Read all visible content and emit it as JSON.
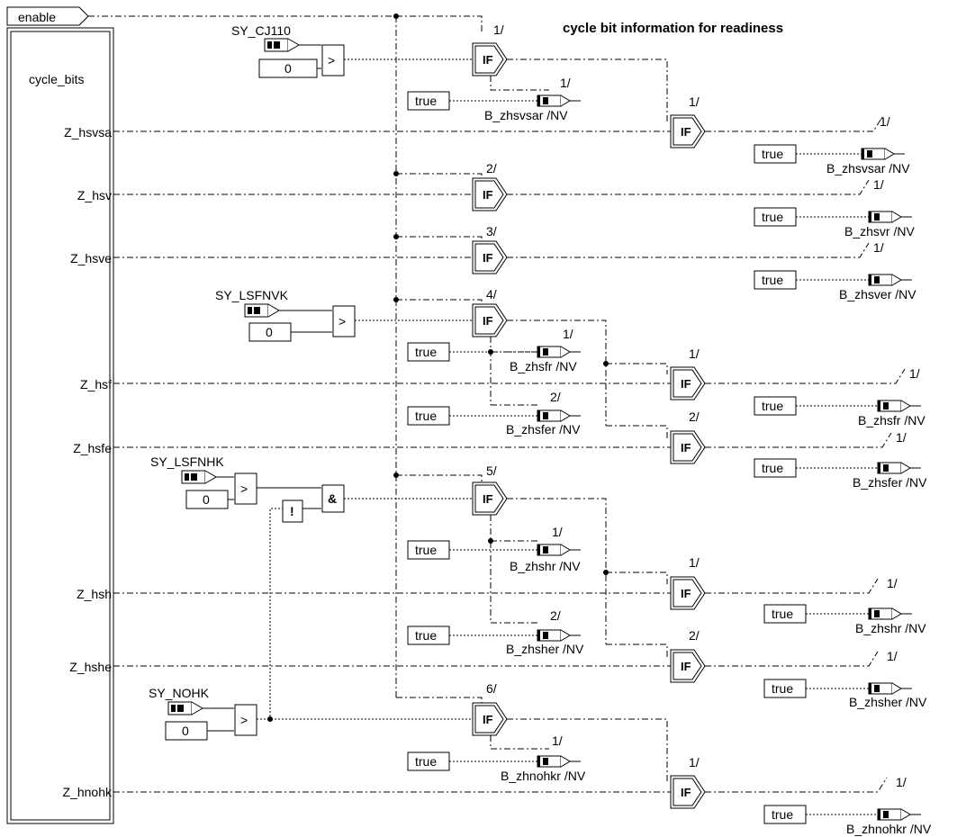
{
  "title": "cycle bit information for readiness",
  "enable_label": "enable",
  "block": {
    "name": "cycle_bits",
    "ports": [
      "Z_hsvsa",
      "Z_hsv",
      "Z_hsve",
      "Z_hsf",
      "Z_hsfe",
      "Z_hsh",
      "Z_hshe",
      "Z_hnohk"
    ]
  },
  "system_constants": [
    "SY_CJ110",
    "SY_LSFNVK",
    "SY_LSFNHK",
    "SY_NOHK"
  ],
  "constants": {
    "zero": "0",
    "true": "true"
  },
  "operators": {
    "greater": ">",
    "and": "&",
    "not": "!",
    "if": "IF"
  },
  "sequence_labels": [
    "1/",
    "2/",
    "3/",
    "4/",
    "5/",
    "6/"
  ],
  "outputs": {
    "inner": [
      "B_zhsvsar /NV",
      "B_zhsfr /NV",
      "B_zhsfer /NV",
      "B_zhshr /NV",
      "B_zhsher /NV",
      "B_zhnohkr /NV"
    ],
    "right": [
      "B_zhsvsar /NV",
      "B_zhsvr /NV",
      "B_zhsver /NV",
      "B_zhsfr /NV",
      "B_zhsfer /NV",
      "B_zhshr /NV",
      "B_zhsher /NV",
      "B_zhnohkr /NV"
    ]
  }
}
